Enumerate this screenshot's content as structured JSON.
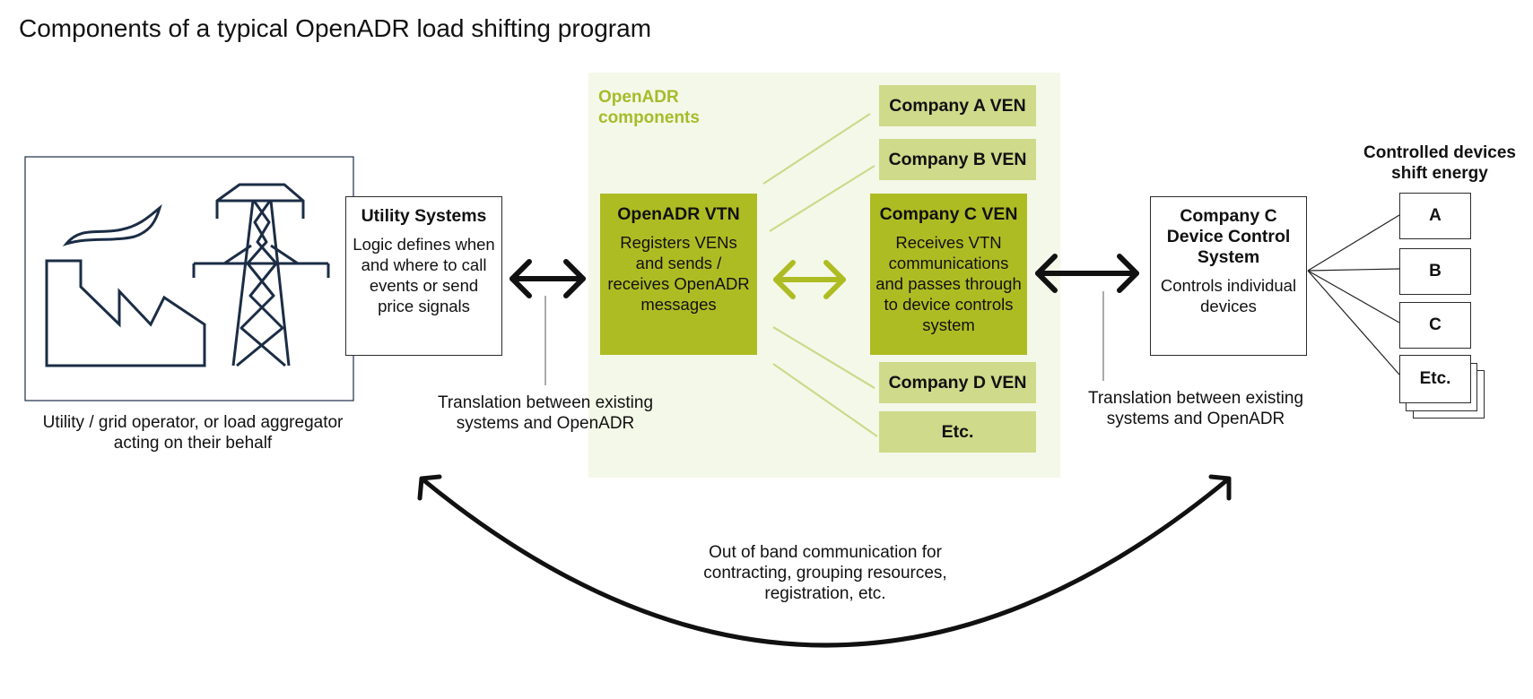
{
  "title": "Components of a typical OpenADR load shifting program",
  "openadr_panel": {
    "label": "OpenADR components"
  },
  "utility": {
    "caption": "Utility / grid operator, or load aggregator acting on their behalf"
  },
  "utility_systems": {
    "title": "Utility Systems",
    "body": "Logic defines when and where to call events or send price signals"
  },
  "vtn": {
    "title": "OpenADR VTN",
    "body": "Registers VENs and sends / receives OpenADR messages"
  },
  "vens": {
    "a": "Company A VEN",
    "b": "Company B VEN",
    "d": "Company D VEN",
    "etc": "Etc."
  },
  "ven_c": {
    "title": "Company C VEN",
    "body": "Receives VTN communications and passes through to device controls system"
  },
  "device_control": {
    "title": "Company C Device Control System",
    "body": "Controls individual devices"
  },
  "devices": {
    "heading": "Controlled devices shift energy",
    "items": [
      "A",
      "B",
      "C",
      "Etc."
    ]
  },
  "translation_left": "Translation between existing systems and OpenADR",
  "translation_right": "Translation between existing systems and OpenADR",
  "out_of_band": "Out of band communication for contracting, grouping resources, registration, etc.",
  "colors": {
    "panel_bg": "#f4f8e8",
    "accent_green": "#aebc23",
    "light_green": "#cfda8a",
    "label_green": "#a7bb2a",
    "icon_navy": "#1b2d45"
  }
}
